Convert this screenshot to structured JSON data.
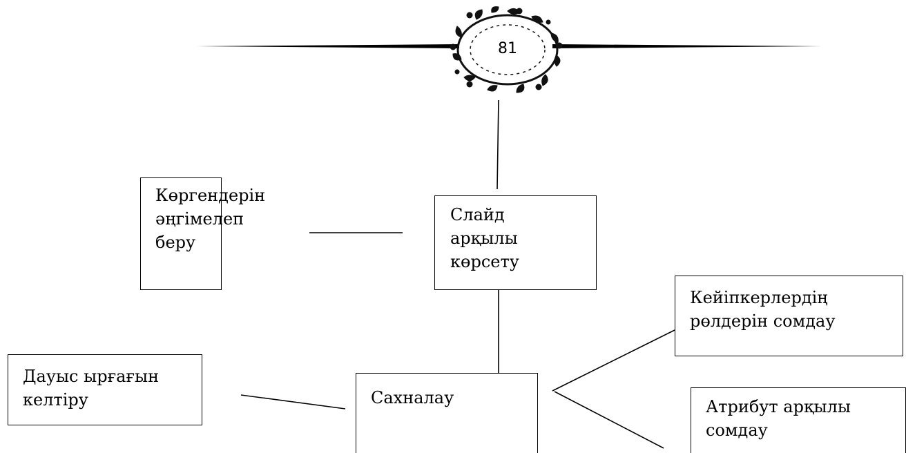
{
  "header": {
    "page_number": "81",
    "ornament": "floral-wreath-ornament"
  },
  "nodes": {
    "slide": "Слайд\nарқылы\nкөрсету",
    "retell": "Көргендерін\nәңгімелеп\nберу",
    "stage": "Сахналау",
    "voice": "Дауыс ырғағын\nкелтіру",
    "roles": "Кейіпкерлердің\nрөлдерін сомдау",
    "attribute": "Атрибут арқылы\nсомдау"
  },
  "colors": {
    "line": "#000000",
    "background": "#ffffff"
  }
}
